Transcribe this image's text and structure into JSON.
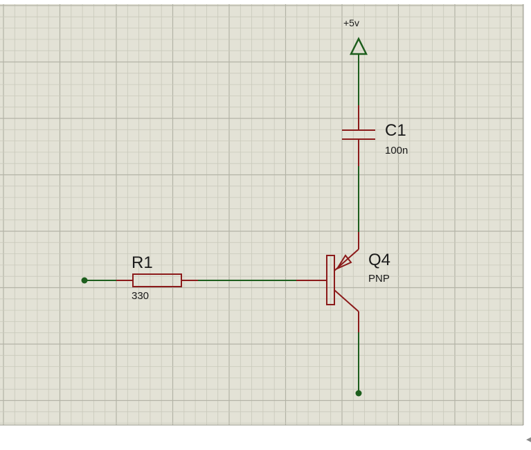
{
  "schematic": {
    "power": {
      "label": "+5v"
    },
    "components": {
      "c1": {
        "ref": "C1",
        "value": "100n"
      },
      "r1": {
        "ref": "R1",
        "value": "330"
      },
      "q4": {
        "ref": "Q4",
        "value": "PNP"
      }
    }
  },
  "colors": {
    "background": "#e3e2d6",
    "grid_minor": "#c9c9bb",
    "grid_major": "#b3b3a6",
    "wire": "#1d5e1d",
    "component": "#8b1a1a",
    "label": "#1a1a1a"
  }
}
